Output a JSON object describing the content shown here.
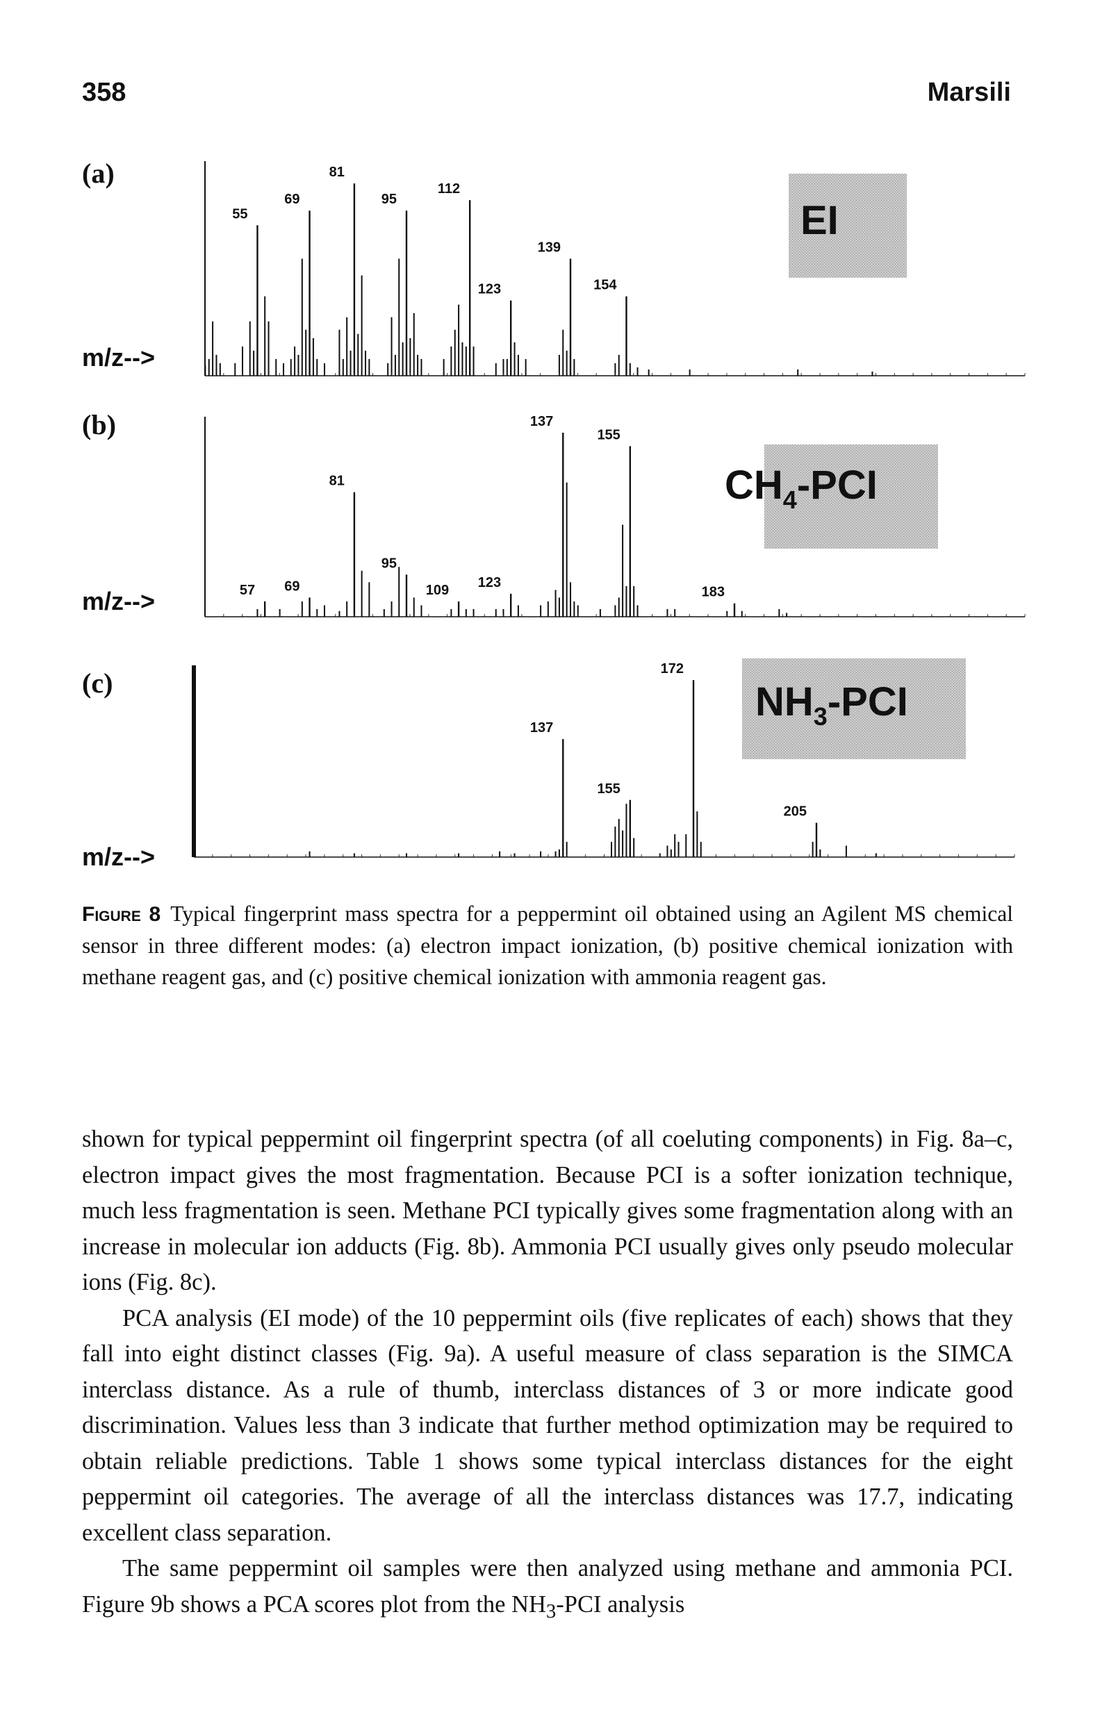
{
  "header": {
    "page_number": "358",
    "running_head": "Marsili"
  },
  "figure": {
    "panels": [
      {
        "letter": "(a)",
        "axis_label": "m/z-->",
        "mode": "EI"
      },
      {
        "letter": "(b)",
        "axis_label": "m/z-->",
        "mode_main": "CH",
        "mode_sub": "4",
        "mode_rest": "-PCI"
      },
      {
        "letter": "(c)",
        "axis_label": "m/z-->",
        "mode_main": "NH",
        "mode_sub": "3",
        "mode_rest": "-PCI"
      }
    ],
    "caption_label": "Figure 8",
    "caption_text": "Typical fingerprint mass spectra for a peppermint oil obtained using an Agilent MS chemical sensor in three different modes: (a) electron impact ionization, (b) positive chemical ionization with methane reagent gas, and (c) positive chemical ionization with ammonia reagent gas."
  },
  "chart_data": [
    {
      "type": "bar",
      "title": "EI",
      "xlabel": "m/z-->",
      "xlim": [
        40,
        260
      ],
      "ylim": [
        0,
        100
      ],
      "labeled_peaks": [
        {
          "mz": 55,
          "intensity": 72
        },
        {
          "mz": 69,
          "intensity": 79
        },
        {
          "mz": 81,
          "intensity": 92
        },
        {
          "mz": 95,
          "intensity": 79
        },
        {
          "mz": 112,
          "intensity": 84
        },
        {
          "mz": 123,
          "intensity": 36
        },
        {
          "mz": 139,
          "intensity": 56
        },
        {
          "mz": 154,
          "intensity": 38
        }
      ],
      "minor_peaks": [
        [
          41,
          5
        ],
        [
          42,
          8
        ],
        [
          43,
          26
        ],
        [
          44,
          10
        ],
        [
          45,
          6
        ],
        [
          49,
          6
        ],
        [
          51,
          14
        ],
        [
          53,
          26
        ],
        [
          54,
          12
        ],
        [
          57,
          38
        ],
        [
          58,
          26
        ],
        [
          60,
          8
        ],
        [
          62,
          6
        ],
        [
          64,
          8
        ],
        [
          65,
          14
        ],
        [
          66,
          10
        ],
        [
          67,
          56
        ],
        [
          68,
          22
        ],
        [
          70,
          18
        ],
        [
          71,
          8
        ],
        [
          73,
          6
        ],
        [
          77,
          22
        ],
        [
          78,
          8
        ],
        [
          79,
          28
        ],
        [
          80,
          12
        ],
        [
          82,
          20
        ],
        [
          83,
          48
        ],
        [
          84,
          12
        ],
        [
          85,
          8
        ],
        [
          90,
          6
        ],
        [
          91,
          28
        ],
        [
          92,
          10
        ],
        [
          93,
          56
        ],
        [
          94,
          16
        ],
        [
          96,
          18
        ],
        [
          97,
          30
        ],
        [
          98,
          10
        ],
        [
          99,
          8
        ],
        [
          105,
          8
        ],
        [
          107,
          14
        ],
        [
          108,
          22
        ],
        [
          109,
          34
        ],
        [
          110,
          16
        ],
        [
          111,
          14
        ],
        [
          113,
          14
        ],
        [
          119,
          6
        ],
        [
          121,
          8
        ],
        [
          122,
          8
        ],
        [
          124,
          16
        ],
        [
          125,
          10
        ],
        [
          127,
          8
        ],
        [
          136,
          10
        ],
        [
          137,
          22
        ],
        [
          138,
          12
        ],
        [
          140,
          8
        ],
        [
          151,
          6
        ],
        [
          152,
          10
        ],
        [
          155,
          6
        ],
        [
          157,
          4
        ],
        [
          160,
          3
        ],
        [
          171,
          3
        ],
        [
          200,
          3
        ],
        [
          220,
          2
        ]
      ]
    },
    {
      "type": "bar",
      "title": "CH4-PCI",
      "xlabel": "m/z-->",
      "xlim": [
        40,
        260
      ],
      "ylim": [
        0,
        100
      ],
      "labeled_peaks": [
        {
          "mz": 57,
          "intensity": 8
        },
        {
          "mz": 69,
          "intensity": 10
        },
        {
          "mz": 81,
          "intensity": 65
        },
        {
          "mz": 95,
          "intensity": 22
        },
        {
          "mz": 109,
          "intensity": 8
        },
        {
          "mz": 123,
          "intensity": 12
        },
        {
          "mz": 137,
          "intensity": 96
        },
        {
          "mz": 155,
          "intensity": 89
        },
        {
          "mz": 183,
          "intensity": 7
        }
      ],
      "minor_peaks": [
        [
          55,
          4
        ],
        [
          61,
          4
        ],
        [
          67,
          8
        ],
        [
          71,
          4
        ],
        [
          73,
          6
        ],
        [
          77,
          3
        ],
        [
          79,
          8
        ],
        [
          83,
          24
        ],
        [
          85,
          18
        ],
        [
          89,
          4
        ],
        [
          91,
          8
        ],
        [
          93,
          26
        ],
        [
          97,
          10
        ],
        [
          99,
          6
        ],
        [
          107,
          4
        ],
        [
          111,
          4
        ],
        [
          113,
          4
        ],
        [
          119,
          4
        ],
        [
          121,
          4
        ],
        [
          125,
          6
        ],
        [
          131,
          6
        ],
        [
          133,
          8
        ],
        [
          135,
          14
        ],
        [
          136,
          10
        ],
        [
          138,
          70
        ],
        [
          139,
          18
        ],
        [
          140,
          8
        ],
        [
          141,
          6
        ],
        [
          147,
          4
        ],
        [
          151,
          6
        ],
        [
          152,
          10
        ],
        [
          153,
          48
        ],
        [
          154,
          16
        ],
        [
          156,
          16
        ],
        [
          157,
          6
        ],
        [
          165,
          4
        ],
        [
          167,
          4
        ],
        [
          181,
          3
        ],
        [
          185,
          3
        ],
        [
          195,
          4
        ],
        [
          197,
          2
        ]
      ]
    },
    {
      "type": "bar",
      "title": "NH3-PCI",
      "xlabel": "m/z-->",
      "xlim": [
        40,
        260
      ],
      "ylim": [
        0,
        100
      ],
      "labeled_peaks": [
        {
          "mz": 137,
          "intensity": 62
        },
        {
          "mz": 155,
          "intensity": 30
        },
        {
          "mz": 172,
          "intensity": 93
        },
        {
          "mz": 205,
          "intensity": 18
        }
      ],
      "minor_peaks": [
        [
          69,
          3
        ],
        [
          81,
          2
        ],
        [
          95,
          2
        ],
        [
          109,
          2
        ],
        [
          120,
          3
        ],
        [
          124,
          2
        ],
        [
          131,
          3
        ],
        [
          135,
          3
        ],
        [
          136,
          4
        ],
        [
          138,
          8
        ],
        [
          150,
          8
        ],
        [
          151,
          16
        ],
        [
          152,
          20
        ],
        [
          153,
          14
        ],
        [
          154,
          28
        ],
        [
          156,
          10
        ],
        [
          163,
          2
        ],
        [
          165,
          6
        ],
        [
          166,
          4
        ],
        [
          167,
          12
        ],
        [
          168,
          8
        ],
        [
          170,
          12
        ],
        [
          173,
          24
        ],
        [
          174,
          8
        ],
        [
          204,
          8
        ],
        [
          206,
          4
        ],
        [
          213,
          6
        ],
        [
          221,
          2
        ]
      ]
    }
  ],
  "body": {
    "paragraphs": [
      "shown for typical peppermint oil fingerprint spectra (of all coeluting components) in Fig. 8a–c, electron impact gives the most fragmentation. Because PCI is a softer ionization technique, much less fragmentation is seen. Methane PCI typically gives some fragmentation along with an increase in molecular ion adducts (Fig. 8b). Ammonia PCI usually gives only pseudo molecular ions (Fig. 8c).",
      "PCA analysis (EI mode) of the 10 peppermint oils (five replicates of each) shows that they fall into eight distinct classes (Fig. 9a). A useful measure of class separation is the SIMCA interclass distance. As a rule of thumb, interclass distances of 3 or more indicate good discrimination. Values less than 3 indicate that further method optimization may be required to obtain reliable predictions. Table 1 shows some typical interclass distances for the eight peppermint oil categories. The average of all the interclass distances was 17.7, indicating excellent class separation."
    ],
    "p3_before": "The same peppermint oil samples were then analyzed using methane and ammonia PCI. Figure 9b shows a PCA scores plot from the NH",
    "p3_sub": "3",
    "p3_after": "-PCI analysis"
  }
}
